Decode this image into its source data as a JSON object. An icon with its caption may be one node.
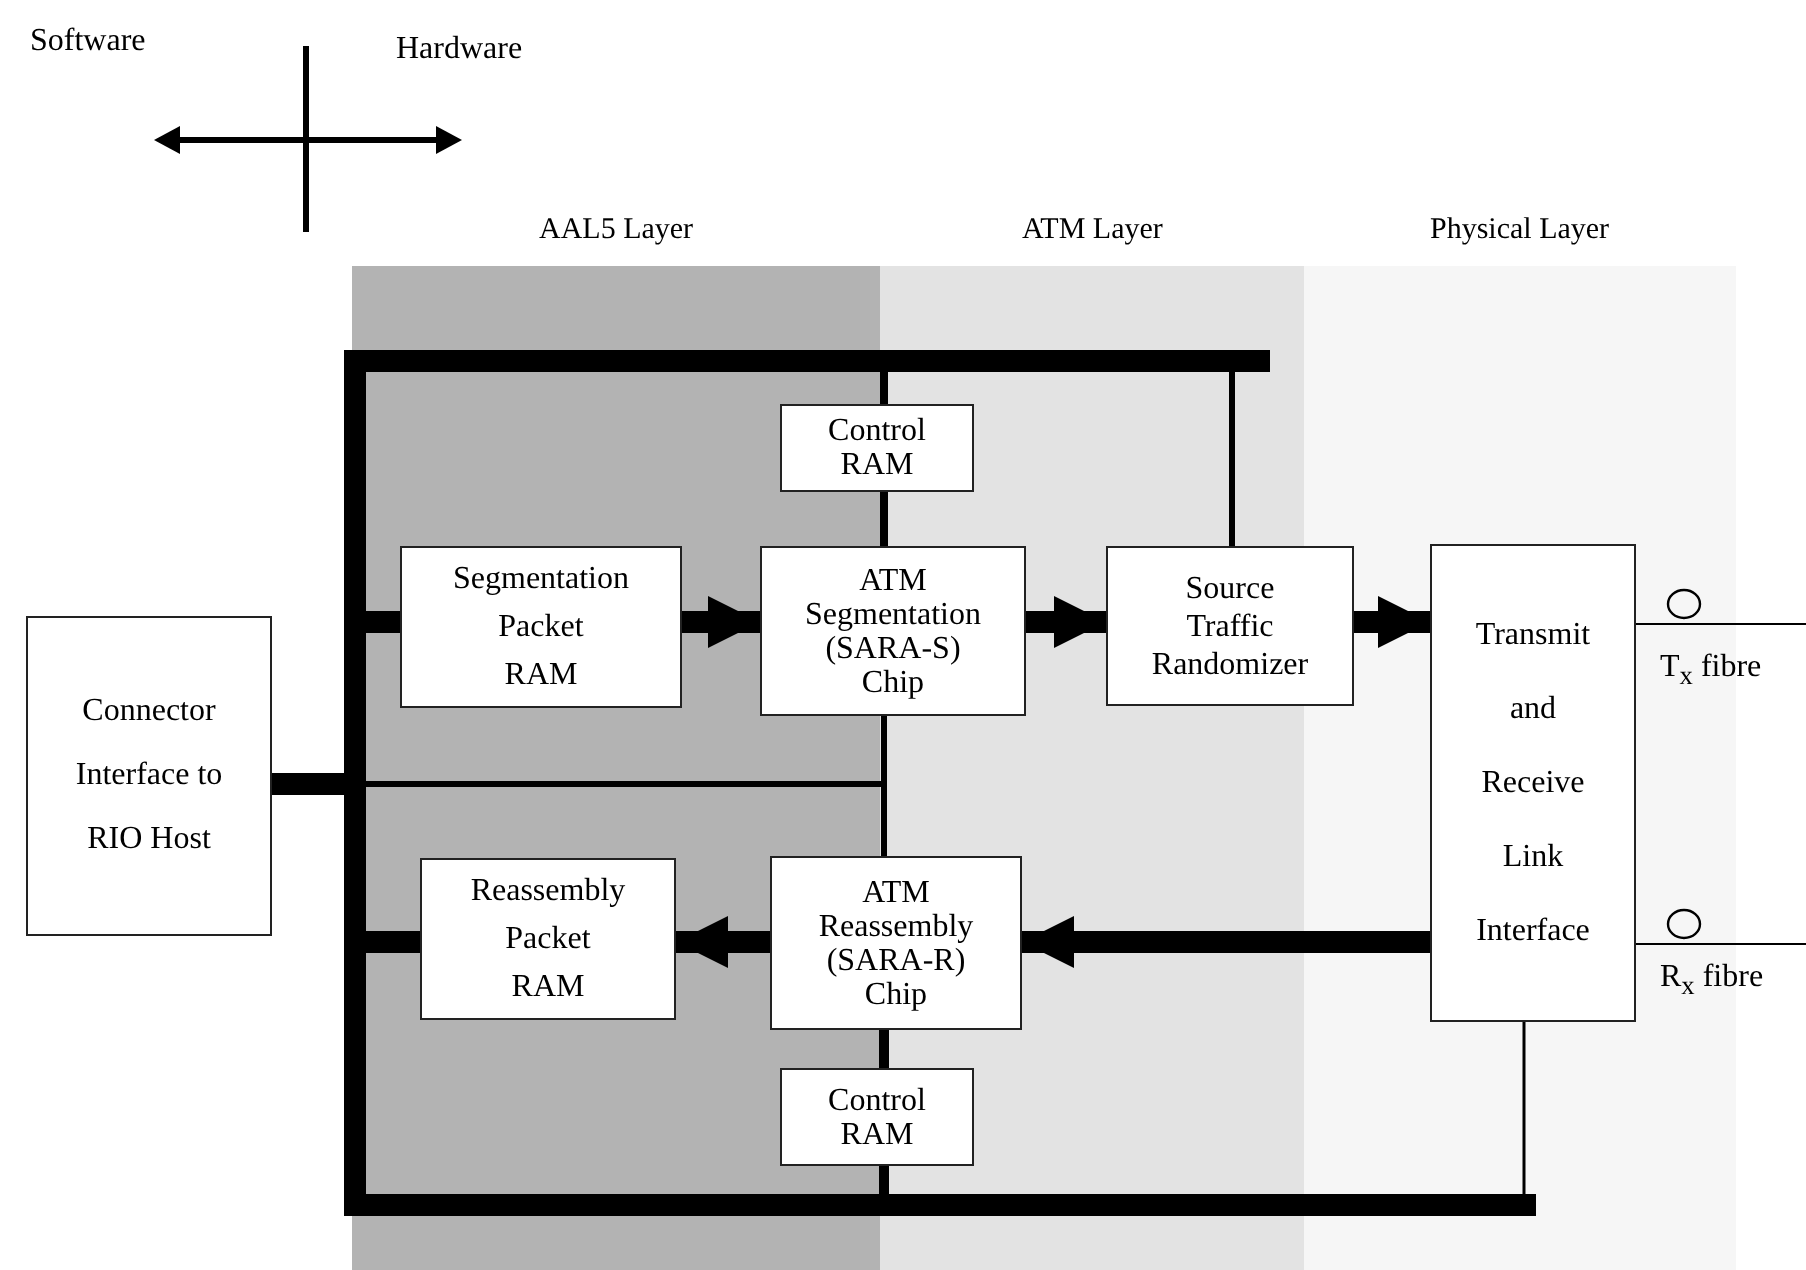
{
  "diagram": {
    "nodes": [
      {
        "text": [
          "Connector Interface to RIO Host"
        ]
      },
      {
        "text": [],
        "shape": "bar"
      },
      {
        "text": [],
        "shape": "bar"
      },
      {
        "text": [],
        "shape": "bar"
      },
      {
        "text": [
          "Control RAM"
        ]
      },
      {
        "text": [
          "Segmentation Packet RAM"
        ]
      },
      {
        "text": [
          "ATM Segmentation (SARA-S) Chip"
        ]
      },
      {
        "text": [
          "Source Traffic Randomizer"
        ]
      },
      {
        "text": [
          "Transmit and Receive Link Interface"
        ]
      },
      {
        "text": [
          "Reassembly Packet RAM"
        ]
      },
      {
        "text": [
          "ATM Reassembly (SARA-R) Chip"
        ]
      },
      {
        "text": [
          "Control RAM"
        ]
      }
    ],
    "edges": [
      {
        "from": 0,
        "to": 2,
        "arrow": "none",
        "style": "thick"
      },
      {
        "from": 5,
        "to": 2,
        "arrow": "none",
        "style": "thick"
      },
      {
        "from": 9,
        "to": 2,
        "arrow": "none",
        "style": "thick"
      },
      {
        "from": 5,
        "to": 6,
        "arrow": "to",
        "style": "thick"
      },
      {
        "from": 6,
        "to": 7,
        "arrow": "to",
        "style": "thick"
      },
      {
        "from": 7,
        "to": 8,
        "arrow": "to",
        "style": "thick"
      },
      {
        "from": 8,
        "to": 10,
        "arrow": "to",
        "style": "thick"
      },
      {
        "from": 10,
        "to": 9,
        "arrow": "to",
        "style": "thick"
      },
      {
        "from": 1,
        "to": 4,
        "arrow": "none"
      },
      {
        "from": 4,
        "to": 6,
        "arrow": "none"
      },
      {
        "from": 6,
        "to": 10,
        "arrow": "none"
      },
      {
        "from": 2,
        "to": 6,
        "arrow": "none"
      },
      {
        "from": 2,
        "to": 10,
        "arrow": "none"
      },
      {
        "from": 10,
        "to": 11,
        "arrow": "none"
      },
      {
        "from": 11,
        "to": 3,
        "arrow": "none"
      },
      {
        "from": 1,
        "to": 7,
        "arrow": "none"
      },
      {
        "from": 8,
        "to": 3,
        "arrow": "none"
      },
      {
        "from": 8,
        "to": null,
        "arrow": "none"
      },
      {
        "from": 8,
        "to": null,
        "arrow": "none"
      }
    ],
    "labels": [
      "Software",
      "Hardware",
      "AAL5 Layer",
      "ATM Layer",
      "Physical Layer",
      "T$_{x}$ fibre",
      "R$_{x}$ fibre"
    ]
  }
}
